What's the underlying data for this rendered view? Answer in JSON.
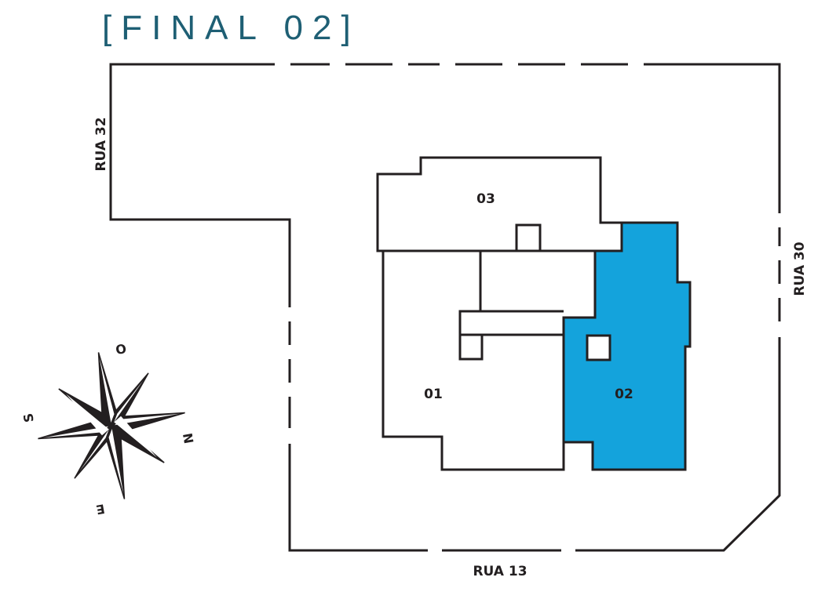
{
  "title": "[FINAL 02]",
  "streets": {
    "north": "RUA 32",
    "east": "RUA 30",
    "south": "RUA 13"
  },
  "units": {
    "u01": "01",
    "u02": "02",
    "u03": "03"
  },
  "highlighted_unit": "02",
  "compass": {
    "o": "O",
    "n": "N",
    "s": "S",
    "e": "E"
  },
  "colors": {
    "highlight": "#14a3dc",
    "line": "#231f20",
    "title": "#1e5f74"
  }
}
